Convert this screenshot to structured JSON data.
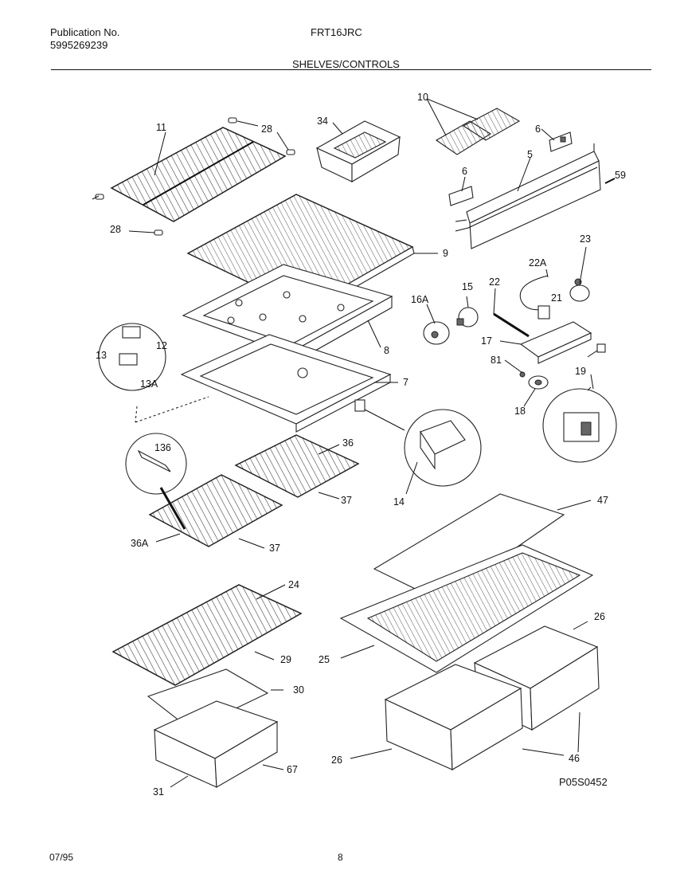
{
  "header": {
    "publication_label": "Publication No.",
    "publication_number": "5995269239",
    "model": "FRT16JRC",
    "section_title": "SHELVES/CONTROLS"
  },
  "footer": {
    "date": "07/95",
    "page": "8",
    "figure_code": "P05S0452"
  },
  "callouts": [
    "11",
    "28",
    "28",
    "34",
    "10",
    "6",
    "6",
    "5",
    "59",
    "9",
    "8",
    "7",
    "16A",
    "15",
    "22",
    "22A",
    "23",
    "21",
    "17",
    "81",
    "19",
    "18",
    "13",
    "12",
    "13A",
    "14",
    "136",
    "36",
    "37",
    "36A",
    "37",
    "47",
    "24",
    "29",
    "30",
    "31",
    "67",
    "25",
    "26",
    "26",
    "46"
  ]
}
